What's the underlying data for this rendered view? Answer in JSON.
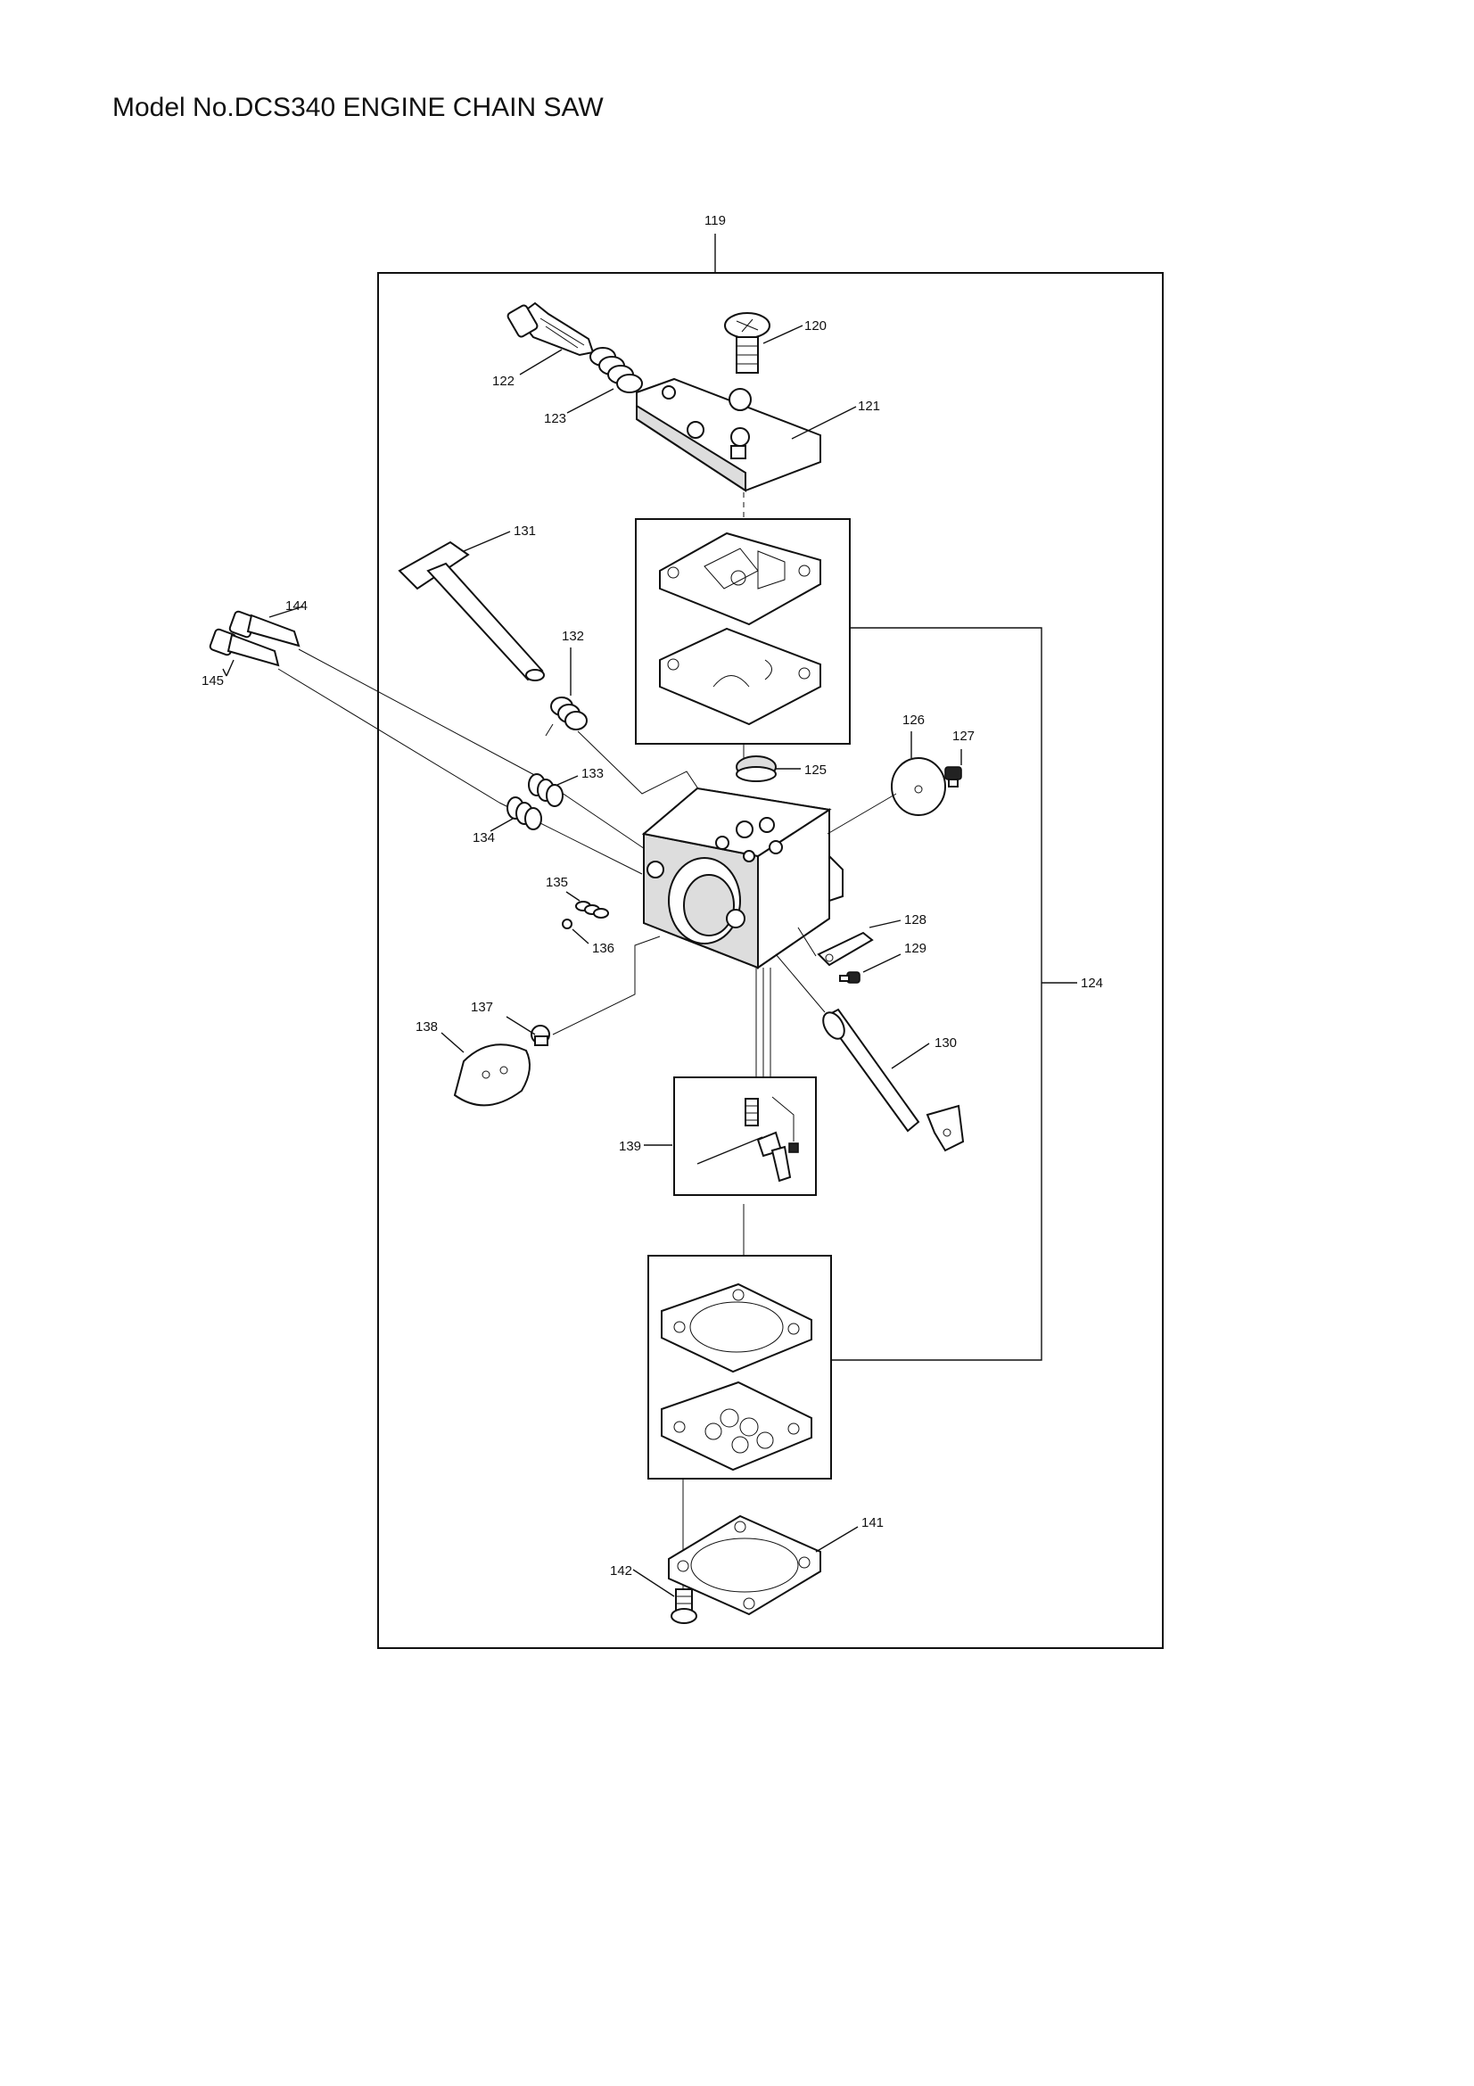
{
  "title": "Model No.DCS340 ENGINE CHAIN SAW",
  "callouts": {
    "p119": "119",
    "p120": "120",
    "p121": "121",
    "p122": "122",
    "p123": "123",
    "p124": "124",
    "p125": "125",
    "p126": "126",
    "p127": "127",
    "p128": "128",
    "p129": "129",
    "p130": "130",
    "p131": "131",
    "p132": "132",
    "p133": "133",
    "p134": "134",
    "p135": "135",
    "p136": "136",
    "p137": "137",
    "p138": "138",
    "p139": "139",
    "p141": "141",
    "p142": "142",
    "p144": "144",
    "p145": "145"
  }
}
